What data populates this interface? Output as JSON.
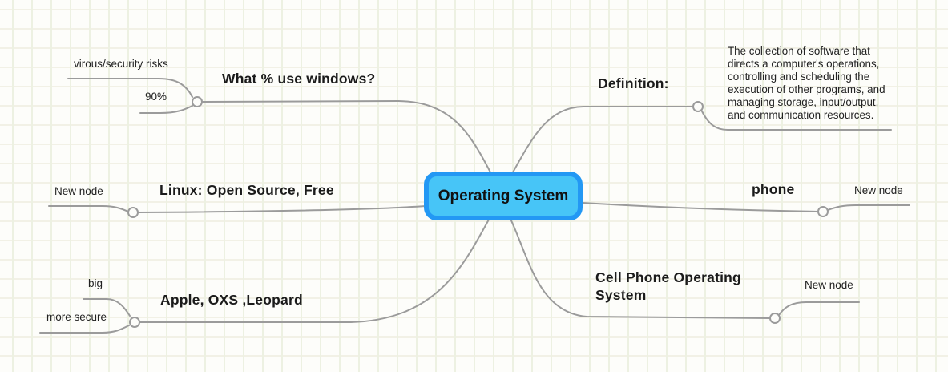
{
  "canvas": {
    "background": "#fdfdfa",
    "grid_color": "#eef1e3",
    "wire_color": "#9b9b9b",
    "root_fill": "#47c5f7",
    "root_border": "#2398f4"
  },
  "root": {
    "label": "Operating System"
  },
  "branches": [
    {
      "id": "what-percent-windows",
      "label": "What % use windows?",
      "children": [
        {
          "label": "virous/security risks"
        },
        {
          "label": "90%"
        }
      ]
    },
    {
      "id": "definition",
      "label": "Definition:",
      "children": [
        {
          "label": "The collection of software that directs a computer's operations, controlling and scheduling the execution of other programs, and managing storage, input/output, and communication resources."
        }
      ]
    },
    {
      "id": "linux",
      "label": "Linux: Open Source, Free",
      "children": [
        {
          "label": "New node"
        }
      ]
    },
    {
      "id": "phone",
      "label": "phone",
      "children": [
        {
          "label": "New node"
        }
      ]
    },
    {
      "id": "apple",
      "label": "Apple, OXS ,Leopard",
      "children": [
        {
          "label": "big"
        },
        {
          "label": "more secure"
        }
      ]
    },
    {
      "id": "cell-phone-os",
      "label": "Cell Phone Operating System",
      "children": [
        {
          "label": "New node"
        }
      ]
    }
  ]
}
